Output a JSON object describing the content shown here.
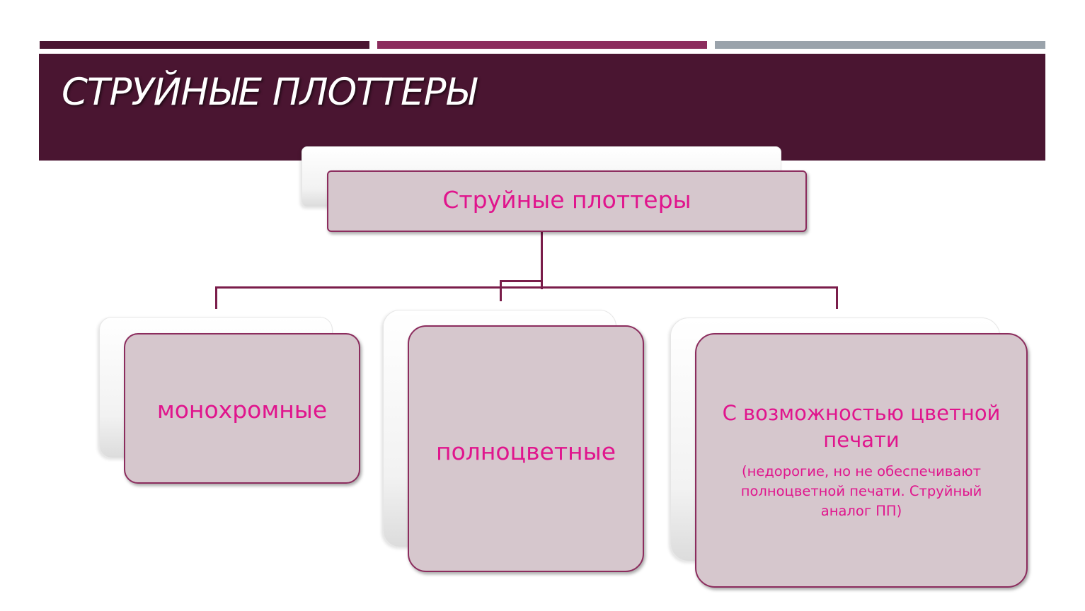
{
  "slide": {
    "title": "СТРУЙНЫЕ ПЛОТТЕРЫ"
  },
  "diagram": {
    "root": {
      "label": "Струйные плоттеры"
    },
    "children": [
      {
        "label": "монохромные"
      },
      {
        "label": "полноцветные"
      },
      {
        "label": "С возможностью цветной печати",
        "note": "(недорогие, но не обеспечивают полноцветной печати. Струйный аналог ПП)"
      }
    ]
  },
  "colors": {
    "title_band": "#4a1531",
    "bar_dark": "#4a1531",
    "bar_mid": "#8c2d5e",
    "bar_gray": "#9aa3ab",
    "box_fill": "#d6c7cd",
    "box_text": "#e0158d",
    "connector": "#7a1d4a"
  }
}
